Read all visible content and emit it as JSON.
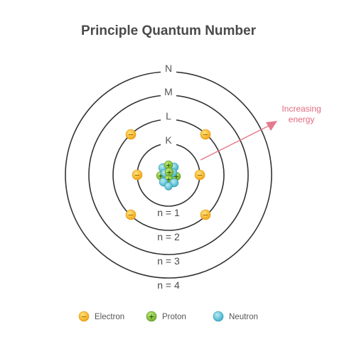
{
  "title": "Principle Quantum Number",
  "shells": [
    {
      "letter": "K",
      "n_label": "n = 1"
    },
    {
      "letter": "L",
      "n_label": "n = 2"
    },
    {
      "letter": "M",
      "n_label": "n = 3"
    },
    {
      "letter": "N",
      "n_label": "n = 4"
    }
  ],
  "energy_label": {
    "line1": "Increasing",
    "line2": "energy"
  },
  "legend": {
    "electron": "Electron",
    "proton": "Proton",
    "neutron": "Neutron"
  },
  "symbols": {
    "electron": "−",
    "proton": "+"
  },
  "colors": {
    "electron": "#f6b824",
    "proton": "#8cc63f",
    "neutron": "#5bc8dc",
    "arrow": "#e57a8e",
    "orbit": "#333333"
  }
}
